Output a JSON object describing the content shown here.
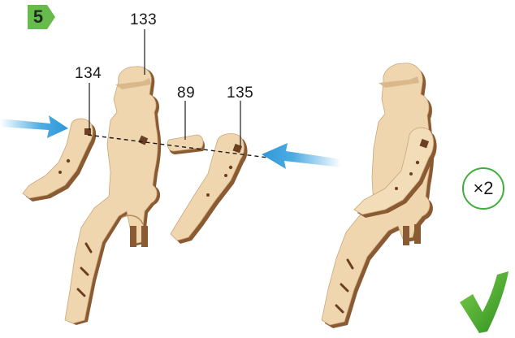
{
  "step": {
    "number": "5"
  },
  "callouts": {
    "part_133": "133",
    "part_134": "134",
    "part_89": "89",
    "part_135": "135"
  },
  "quantity": {
    "label": "×2"
  },
  "colors": {
    "wood_light": "#efd6ae",
    "wood_edge": "#8a5a33",
    "wood_dark": "#6b3f22",
    "arrow_blue": "#3aa3e0",
    "step_green": "#66bb4a",
    "check_green": "#3fa12c"
  },
  "icons": [
    "step-badge-icon",
    "push-arrow-icon",
    "check-mark-icon",
    "quantity-circle"
  ]
}
